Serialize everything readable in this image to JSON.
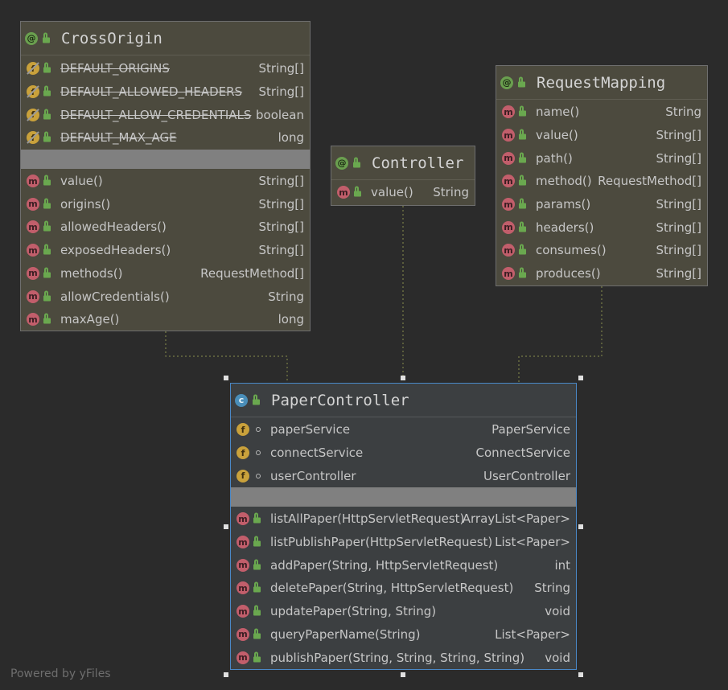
{
  "diagram": {
    "nodes": {
      "cross_origin": {
        "kind": "annotation",
        "title": "CrossOrigin",
        "fields": [
          {
            "name": "DEFAULT_ORIGINS",
            "type": "String[]",
            "deprecated": true
          },
          {
            "name": "DEFAULT_ALLOWED_HEADERS",
            "type": "String[]",
            "deprecated": true
          },
          {
            "name": "DEFAULT_ALLOW_CREDENTIALS",
            "type": "boolean",
            "deprecated": true
          },
          {
            "name": "DEFAULT_MAX_AGE",
            "type": "long",
            "deprecated": true
          }
        ],
        "methods": [
          {
            "name": "value()",
            "type": "String[]"
          },
          {
            "name": "origins()",
            "type": "String[]"
          },
          {
            "name": "allowedHeaders()",
            "type": "String[]"
          },
          {
            "name": "exposedHeaders()",
            "type": "String[]"
          },
          {
            "name": "methods()",
            "type": "RequestMethod[]"
          },
          {
            "name": "allowCredentials()",
            "type": "String"
          },
          {
            "name": "maxAge()",
            "type": "long"
          }
        ]
      },
      "controller": {
        "kind": "annotation",
        "title": "Controller",
        "methods": [
          {
            "name": "value()",
            "type": "String"
          }
        ]
      },
      "request_mapping": {
        "kind": "annotation",
        "title": "RequestMapping",
        "methods": [
          {
            "name": "name()",
            "type": "String"
          },
          {
            "name": "value()",
            "type": "String[]"
          },
          {
            "name": "path()",
            "type": "String[]"
          },
          {
            "name": "method()",
            "type": "RequestMethod[]"
          },
          {
            "name": "params()",
            "type": "String[]"
          },
          {
            "name": "headers()",
            "type": "String[]"
          },
          {
            "name": "consumes()",
            "type": "String[]"
          },
          {
            "name": "produces()",
            "type": "String[]"
          }
        ]
      },
      "paper_controller": {
        "kind": "class",
        "title": "PaperController",
        "fields": [
          {
            "name": "paperService",
            "type": "PaperService"
          },
          {
            "name": "connectService",
            "type": "ConnectService"
          },
          {
            "name": "userController",
            "type": "UserController"
          }
        ],
        "methods": [
          {
            "name": "listAllPaper(HttpServletRequest)",
            "type": "ArrayList<Paper>"
          },
          {
            "name": "listPublishPaper(HttpServletRequest)",
            "type": "List<Paper>"
          },
          {
            "name": "addPaper(String, HttpServletRequest)",
            "type": "int"
          },
          {
            "name": "deletePaper(String, HttpServletRequest)",
            "type": "String"
          },
          {
            "name": "updatePaper(String, String)",
            "type": "void"
          },
          {
            "name": "queryPaperName(String)",
            "type": "List<Paper>"
          },
          {
            "name": "publishPaper(String, String, String, String)",
            "type": "void"
          }
        ]
      }
    },
    "edges": [
      {
        "from": "cross_origin",
        "to": "paper_controller",
        "style": "dotted"
      },
      {
        "from": "controller",
        "to": "paper_controller",
        "style": "dotted"
      },
      {
        "from": "request_mapping",
        "to": "paper_controller",
        "style": "dotted"
      }
    ],
    "icons": {
      "annotation": "annotation-icon",
      "class": "class-icon",
      "field": "field-icon",
      "method": "method-icon",
      "public": "lock-icon",
      "package_private": "dot-icon"
    },
    "colors": {
      "background": "#2b2b2b",
      "annotation_node": "#4c4a3e",
      "class_node": "#3c3f41",
      "selected_border": "#4a88c7",
      "method_icon": "#c25e6b",
      "field_icon": "#c9a13b",
      "annotation_icon": "#6a9f4f",
      "class_icon": "#4a8eb9"
    }
  },
  "watermark": "Powered by yFiles"
}
